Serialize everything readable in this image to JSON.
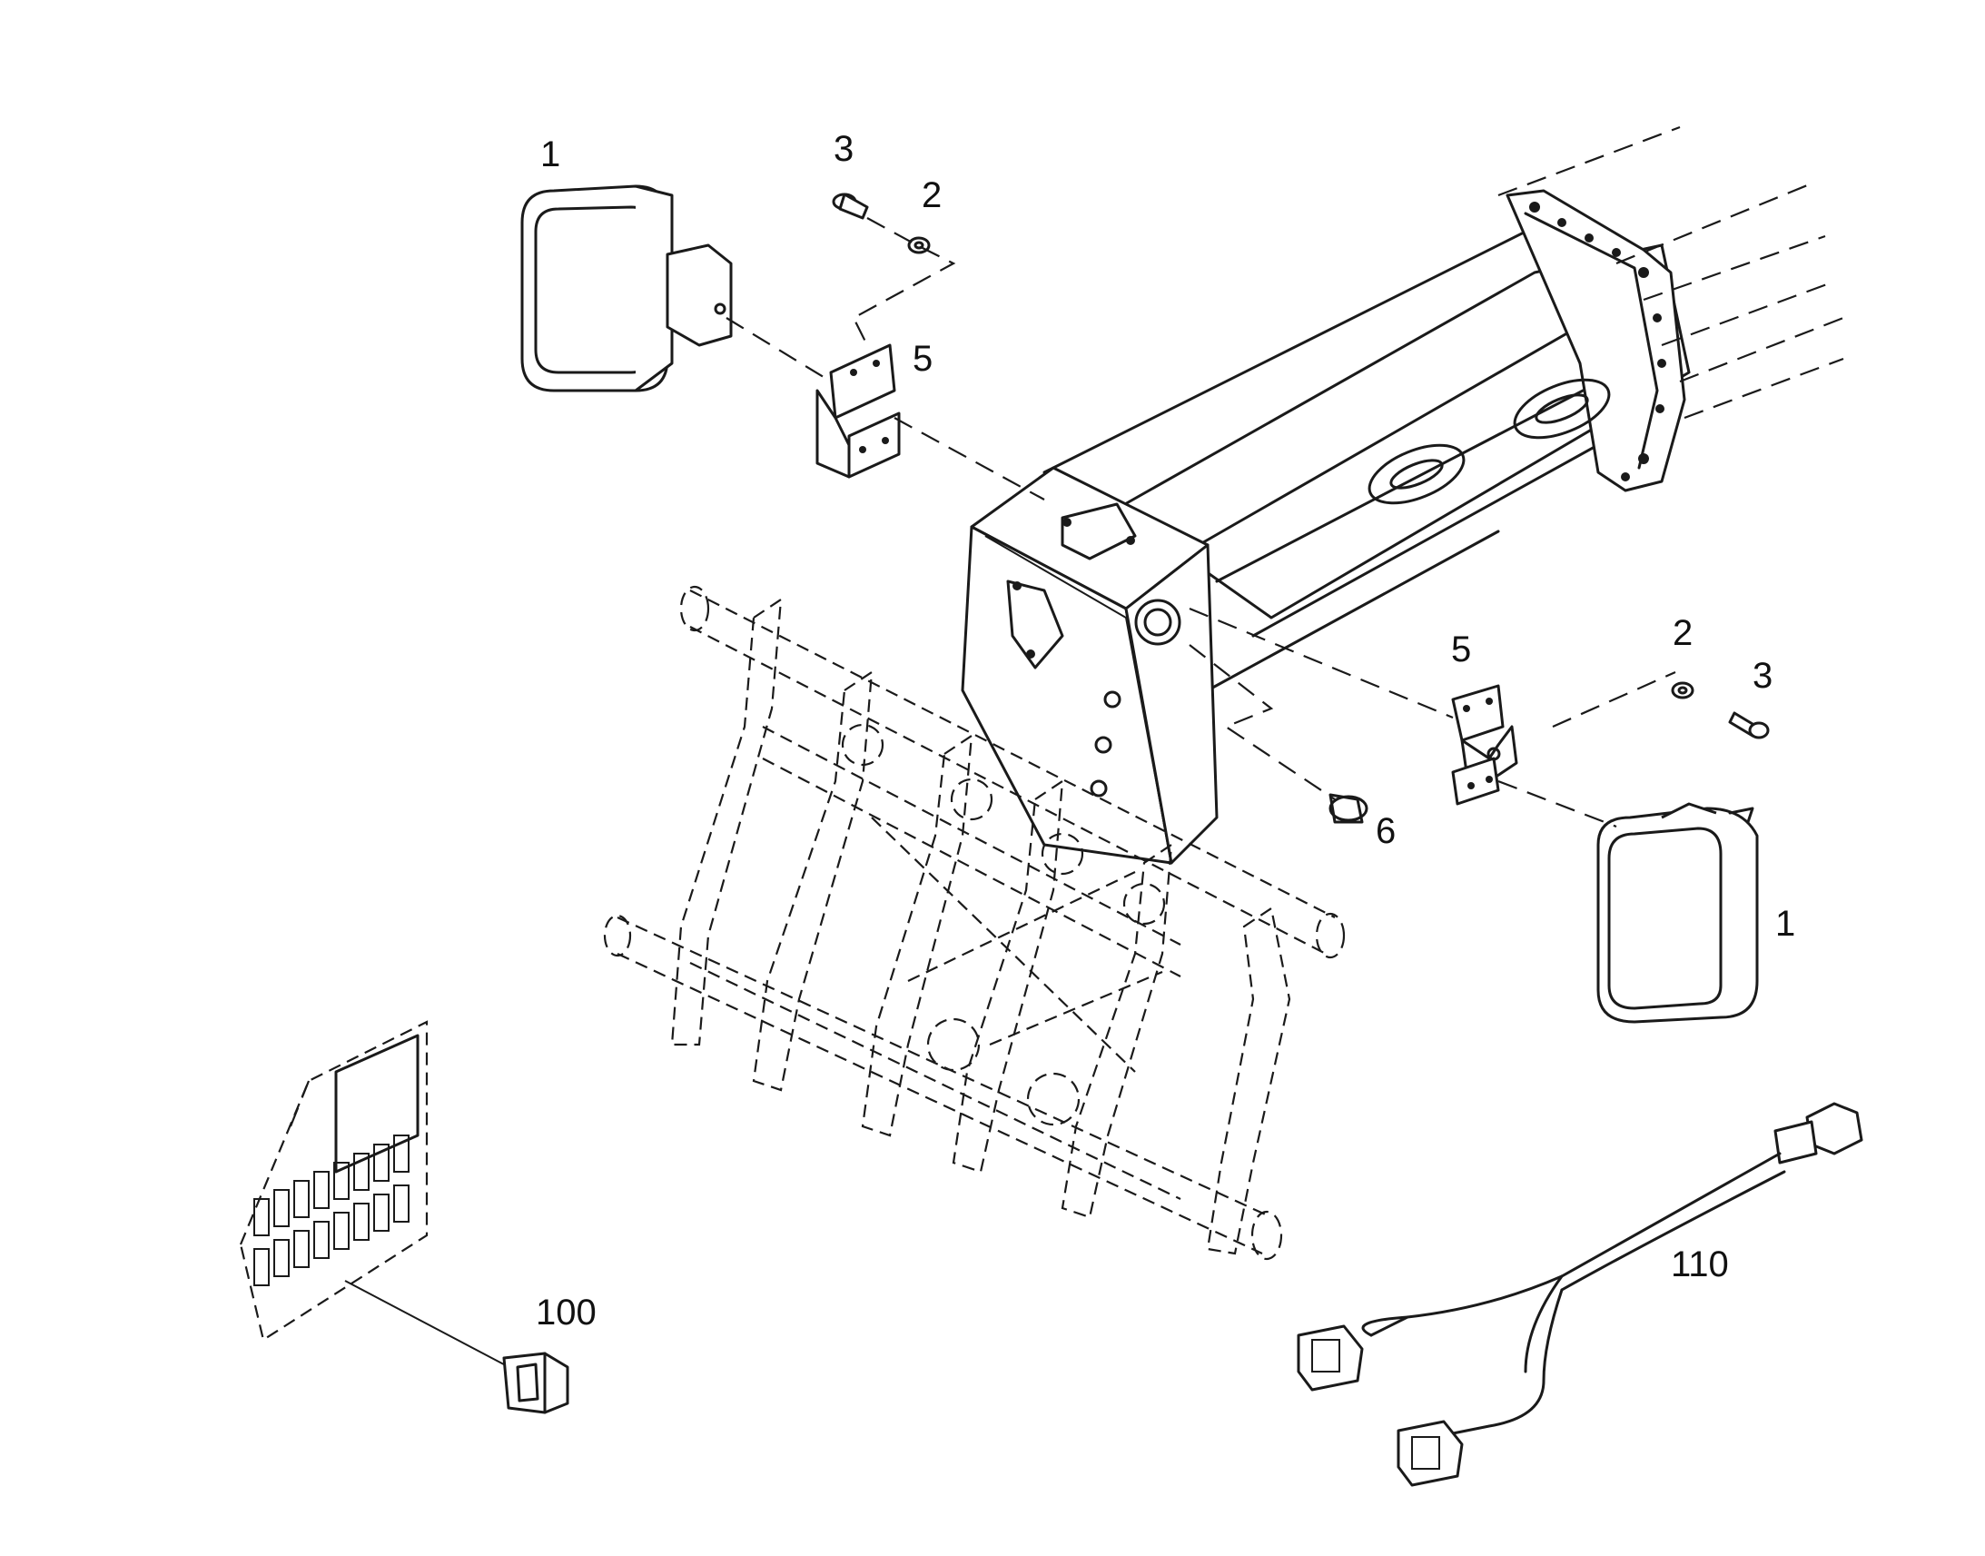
{
  "callouts": [
    {
      "id": "1-left",
      "text": "1"
    },
    {
      "id": "3-top",
      "text": "3"
    },
    {
      "id": "2-top",
      "text": "2"
    },
    {
      "id": "5-top",
      "text": "5"
    },
    {
      "id": "5-right",
      "text": "5"
    },
    {
      "id": "2-right",
      "text": "2"
    },
    {
      "id": "3-right",
      "text": "3"
    },
    {
      "id": "6",
      "text": "6"
    },
    {
      "id": "1-right",
      "text": "1"
    },
    {
      "id": "100",
      "text": "100"
    },
    {
      "id": "110",
      "text": "110"
    }
  ],
  "colors": {
    "line": "#1a1a1a",
    "background": "#ffffff"
  }
}
